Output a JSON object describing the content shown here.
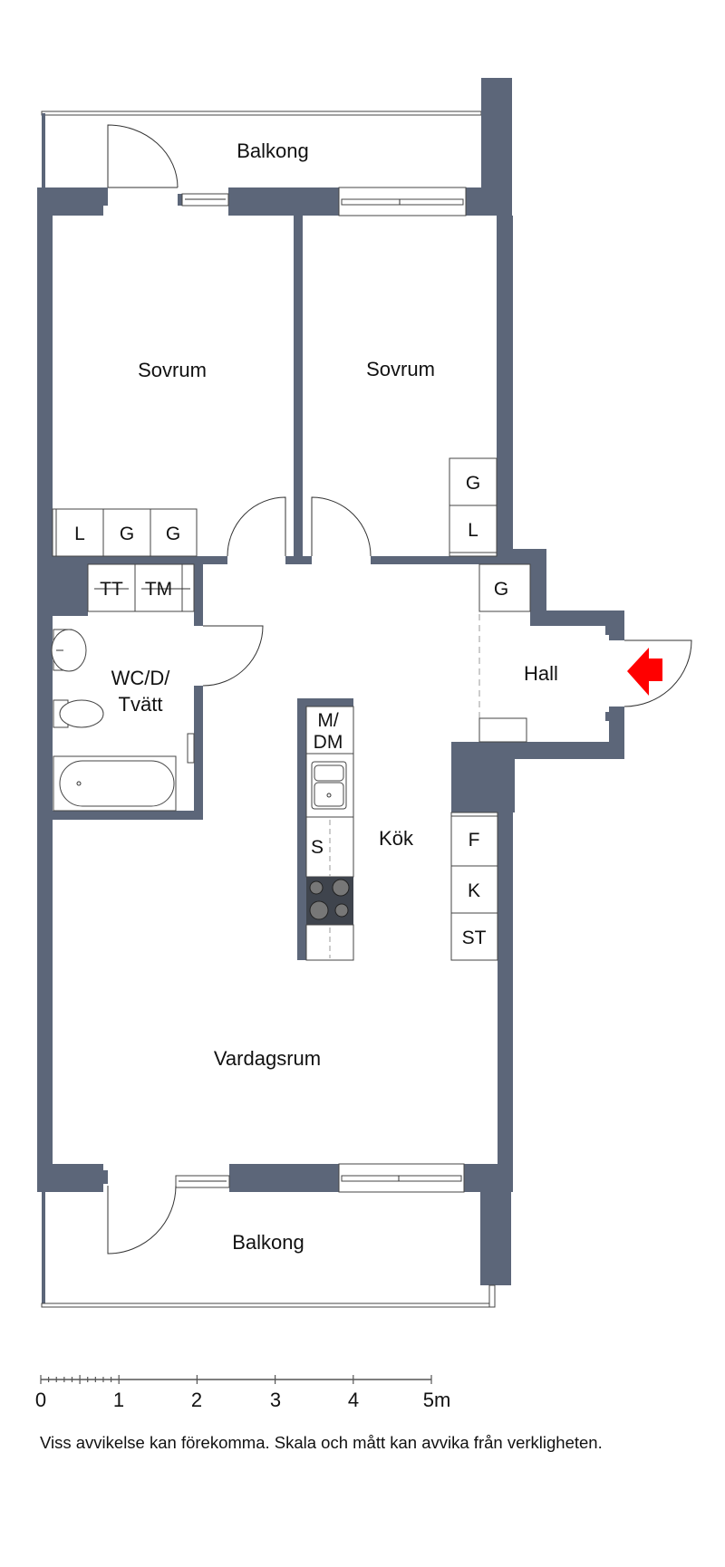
{
  "rooms": {
    "balcony_top": "Balkong",
    "bedroom_left": "Sovrum",
    "bedroom_right": "Sovrum",
    "bathroom_line1": "WC/D/",
    "bathroom_line2": "Tvätt",
    "kitchen": "Kök",
    "hall": "Hall",
    "living_room": "Vardagsrum",
    "balcony_bottom": "Balkong"
  },
  "fixtures": {
    "closet_left": [
      "L",
      "G",
      "G"
    ],
    "closet_right": [
      "G",
      "L"
    ],
    "laundry": [
      "TT",
      "TM"
    ],
    "hall_closet": "G",
    "island_top_line1": "M/",
    "island_top_line2": "DM",
    "island_s": "S",
    "kitchen_wall": [
      "F",
      "K",
      "ST"
    ]
  },
  "scale": {
    "labels": [
      "0",
      "1",
      "2",
      "3",
      "4",
      "5m"
    ],
    "unit": "m"
  },
  "colors": {
    "wall": "#5c6679",
    "entrance_arrow": "#ff0000"
  },
  "footer": "Viss avvikelse kan förekomma. Skala och mått kan avvika från verkligheten."
}
